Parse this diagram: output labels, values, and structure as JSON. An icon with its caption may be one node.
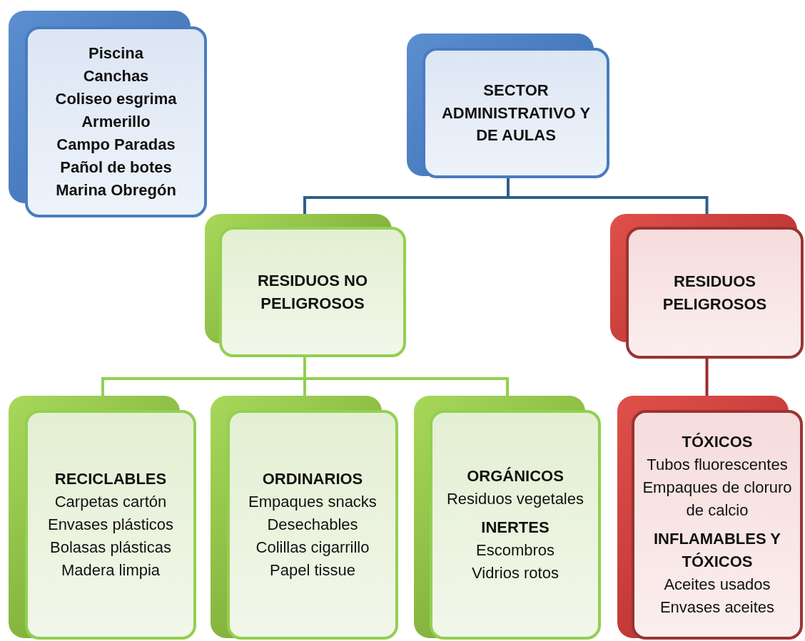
{
  "diagram": {
    "nodes": [
      {
        "text": [
          "Piscina",
          "Canchas",
          "Coliseo esgrima",
          "Armerillo",
          "Campo Paradas",
          "Pañol de botes",
          "Marina Obregón"
        ]
      },
      {
        "text": [
          "SECTOR ADMINISTRATIVO Y DE AULAS"
        ]
      },
      {
        "text": [
          "RESIDUOS NO PELIGROSOS"
        ]
      },
      {
        "text": [
          "RESIDUOS PELIGROSOS"
        ]
      },
      {
        "text": [
          "**RECICLABLES**",
          "Carpetas cartón",
          "Envases plásticos",
          "Bolasas plásticas",
          "Madera limpia"
        ]
      },
      {
        "text": [
          "**ORDINARIOS**",
          "Empaques snacks",
          "Desechables",
          "Colillas cigarrillo",
          "Papel tissue"
        ]
      },
      {
        "text": [
          "**ORGÁNICOS**",
          "Residuos vegetales",
          "**INERTES**",
          "Escombros",
          "Vidrios rotos"
        ]
      },
      {
        "text": [
          "**TÓXICOS**",
          "Tubos fluorescentes",
          "Empaques de cloruro de calcio",
          "**INFLAMABLES Y TÓXICOS**",
          "Aceites usados",
          "Envases aceites"
        ]
      }
    ],
    "edges": [
      {
        "from": 1,
        "to": 2,
        "arrow": "none",
        "color": "#2f5f8a"
      },
      {
        "from": 1,
        "to": 3,
        "arrow": "none",
        "color": "#2f5f8a"
      },
      {
        "from": 2,
        "to": 4,
        "arrow": "none"
      },
      {
        "from": 2,
        "to": 5,
        "arrow": "none"
      },
      {
        "from": 2,
        "to": 6,
        "arrow": "none"
      },
      {
        "from": 3,
        "to": 7,
        "arrow": "none",
        "color": "#9b2d30"
      }
    ]
  }
}
